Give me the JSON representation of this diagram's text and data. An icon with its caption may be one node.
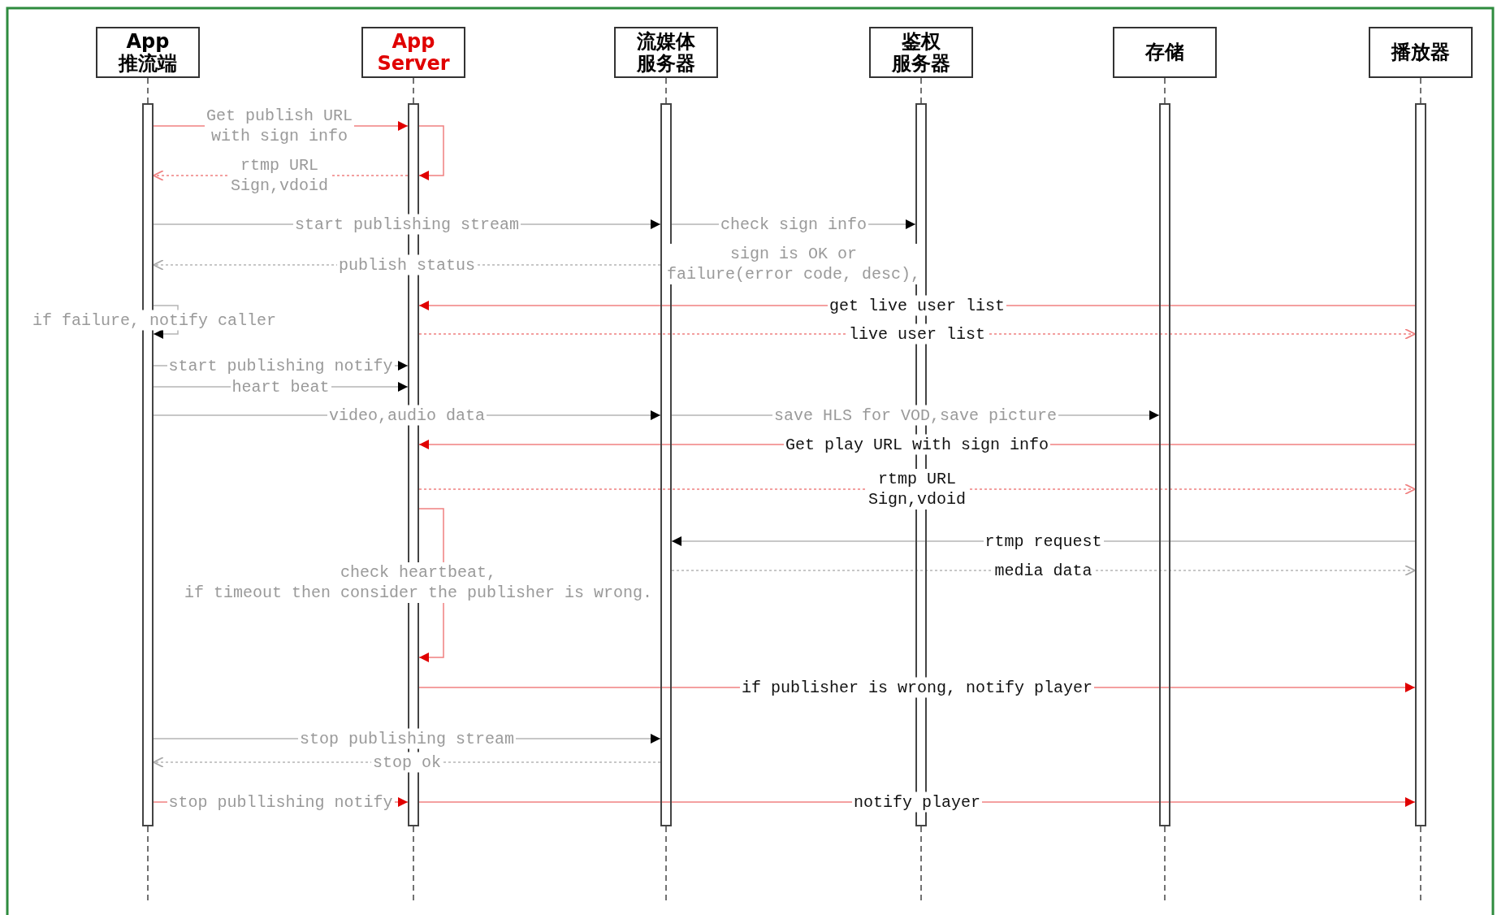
{
  "diagram": {
    "nodes": [
      {
        "text": [
          "App 推流端"
        ]
      },
      {
        "text": [
          "App Server"
        ]
      },
      {
        "text": [
          "流媒体服务器"
        ]
      },
      {
        "text": [
          "鉴权服务器"
        ]
      },
      {
        "text": [
          "存储"
        ]
      },
      {
        "text": [
          "播放器"
        ]
      },
      {
        "text": [],
        "shape": "bar"
      },
      {
        "text": [],
        "shape": "bar"
      },
      {
        "text": [],
        "shape": "bar"
      },
      {
        "text": [],
        "shape": "bar"
      },
      {
        "text": [],
        "shape": "bar"
      },
      {
        "text": [],
        "shape": "bar"
      }
    ],
    "edges": [
      {
        "from": 0,
        "to": 6,
        "arrow": "none",
        "style": "dashed",
        "color": "#444444"
      },
      {
        "from": 1,
        "to": 7,
        "arrow": "none",
        "style": "dashed",
        "color": "#444444"
      },
      {
        "from": 2,
        "to": 8,
        "arrow": "none",
        "style": "dashed",
        "color": "#444444"
      },
      {
        "from": 3,
        "to": 9,
        "arrow": "none",
        "style": "dashed",
        "color": "#444444"
      },
      {
        "from": 4,
        "to": 10,
        "arrow": "none",
        "style": "dashed",
        "color": "#444444"
      },
      {
        "from": 5,
        "to": 11,
        "arrow": "none",
        "style": "dashed",
        "color": "#444444"
      },
      {
        "from": 6,
        "to": 7,
        "arrow": "to",
        "label": "Get publish URL with sign info",
        "color": "#f08080"
      },
      {
        "from": 7,
        "to": 7,
        "arrow": "to",
        "color": "#f08080"
      },
      {
        "from": 7,
        "to": 6,
        "arrow": "to",
        "label": "rtmp URL Sign,vdoid",
        "style": "dashed",
        "color": "#f08080"
      },
      {
        "from": 6,
        "to": 8,
        "arrow": "to",
        "label": "start publishing stream"
      },
      {
        "from": 8,
        "to": 9,
        "arrow": "to",
        "label": "check sign info"
      },
      {
        "from": 8,
        "to": 6,
        "arrow": "to",
        "label": "publish status",
        "style": "dashed"
      },
      {
        "from": 11,
        "to": 7,
        "arrow": "to",
        "label": "get live user list",
        "color": "#f08080"
      },
      {
        "from": 6,
        "to": 6,
        "arrow": "to",
        "label": "if failure, notify caller"
      },
      {
        "from": 7,
        "to": 11,
        "arrow": "to",
        "label": "live user list",
        "style": "dashed",
        "color": "#f08080"
      },
      {
        "from": 6,
        "to": 7,
        "arrow": "to",
        "label": "start publishing notify"
      },
      {
        "from": 6,
        "to": 7,
        "arrow": "to",
        "label": "heart beat"
      },
      {
        "from": 6,
        "to": 8,
        "arrow": "to",
        "label": "video,audio data"
      },
      {
        "from": 8,
        "to": 10,
        "arrow": "to",
        "label": "save HLS for VOD,save picture"
      },
      {
        "from": 11,
        "to": 7,
        "arrow": "to",
        "label": "Get play URL with sign info",
        "color": "#f08080"
      },
      {
        "from": 7,
        "to": 11,
        "arrow": "to",
        "label": "rtmp URL Sign,vdoid",
        "style": "dashed",
        "color": "#f08080"
      },
      {
        "from": 11,
        "to": 8,
        "arrow": "to",
        "label": "rtmp request"
      },
      {
        "from": 8,
        "to": 11,
        "arrow": "to",
        "label": "media data",
        "style": "dashed"
      },
      {
        "from": 7,
        "to": 7,
        "arrow": "to",
        "label": "check heartbeat, if timeout then consider the publisher is wrong.",
        "color": "#f08080"
      },
      {
        "from": 7,
        "to": 11,
        "arrow": "to",
        "label": "if publisher is wrong, notify player",
        "color": "#f08080"
      },
      {
        "from": 6,
        "to": 8,
        "arrow": "to",
        "label": "stop publishing stream"
      },
      {
        "from": 8,
        "to": 6,
        "arrow": "to",
        "label": "stop ok",
        "style": "dashed"
      },
      {
        "from": 6,
        "to": 7,
        "arrow": "to",
        "label": "stop publlishing notify",
        "color": "#f08080"
      },
      {
        "from": 7,
        "to": 11,
        "arrow": "to",
        "label": "notify player",
        "color": "#f08080"
      }
    ],
    "labels": [
      "sign is OK or failure(error code, desc),"
    ]
  }
}
